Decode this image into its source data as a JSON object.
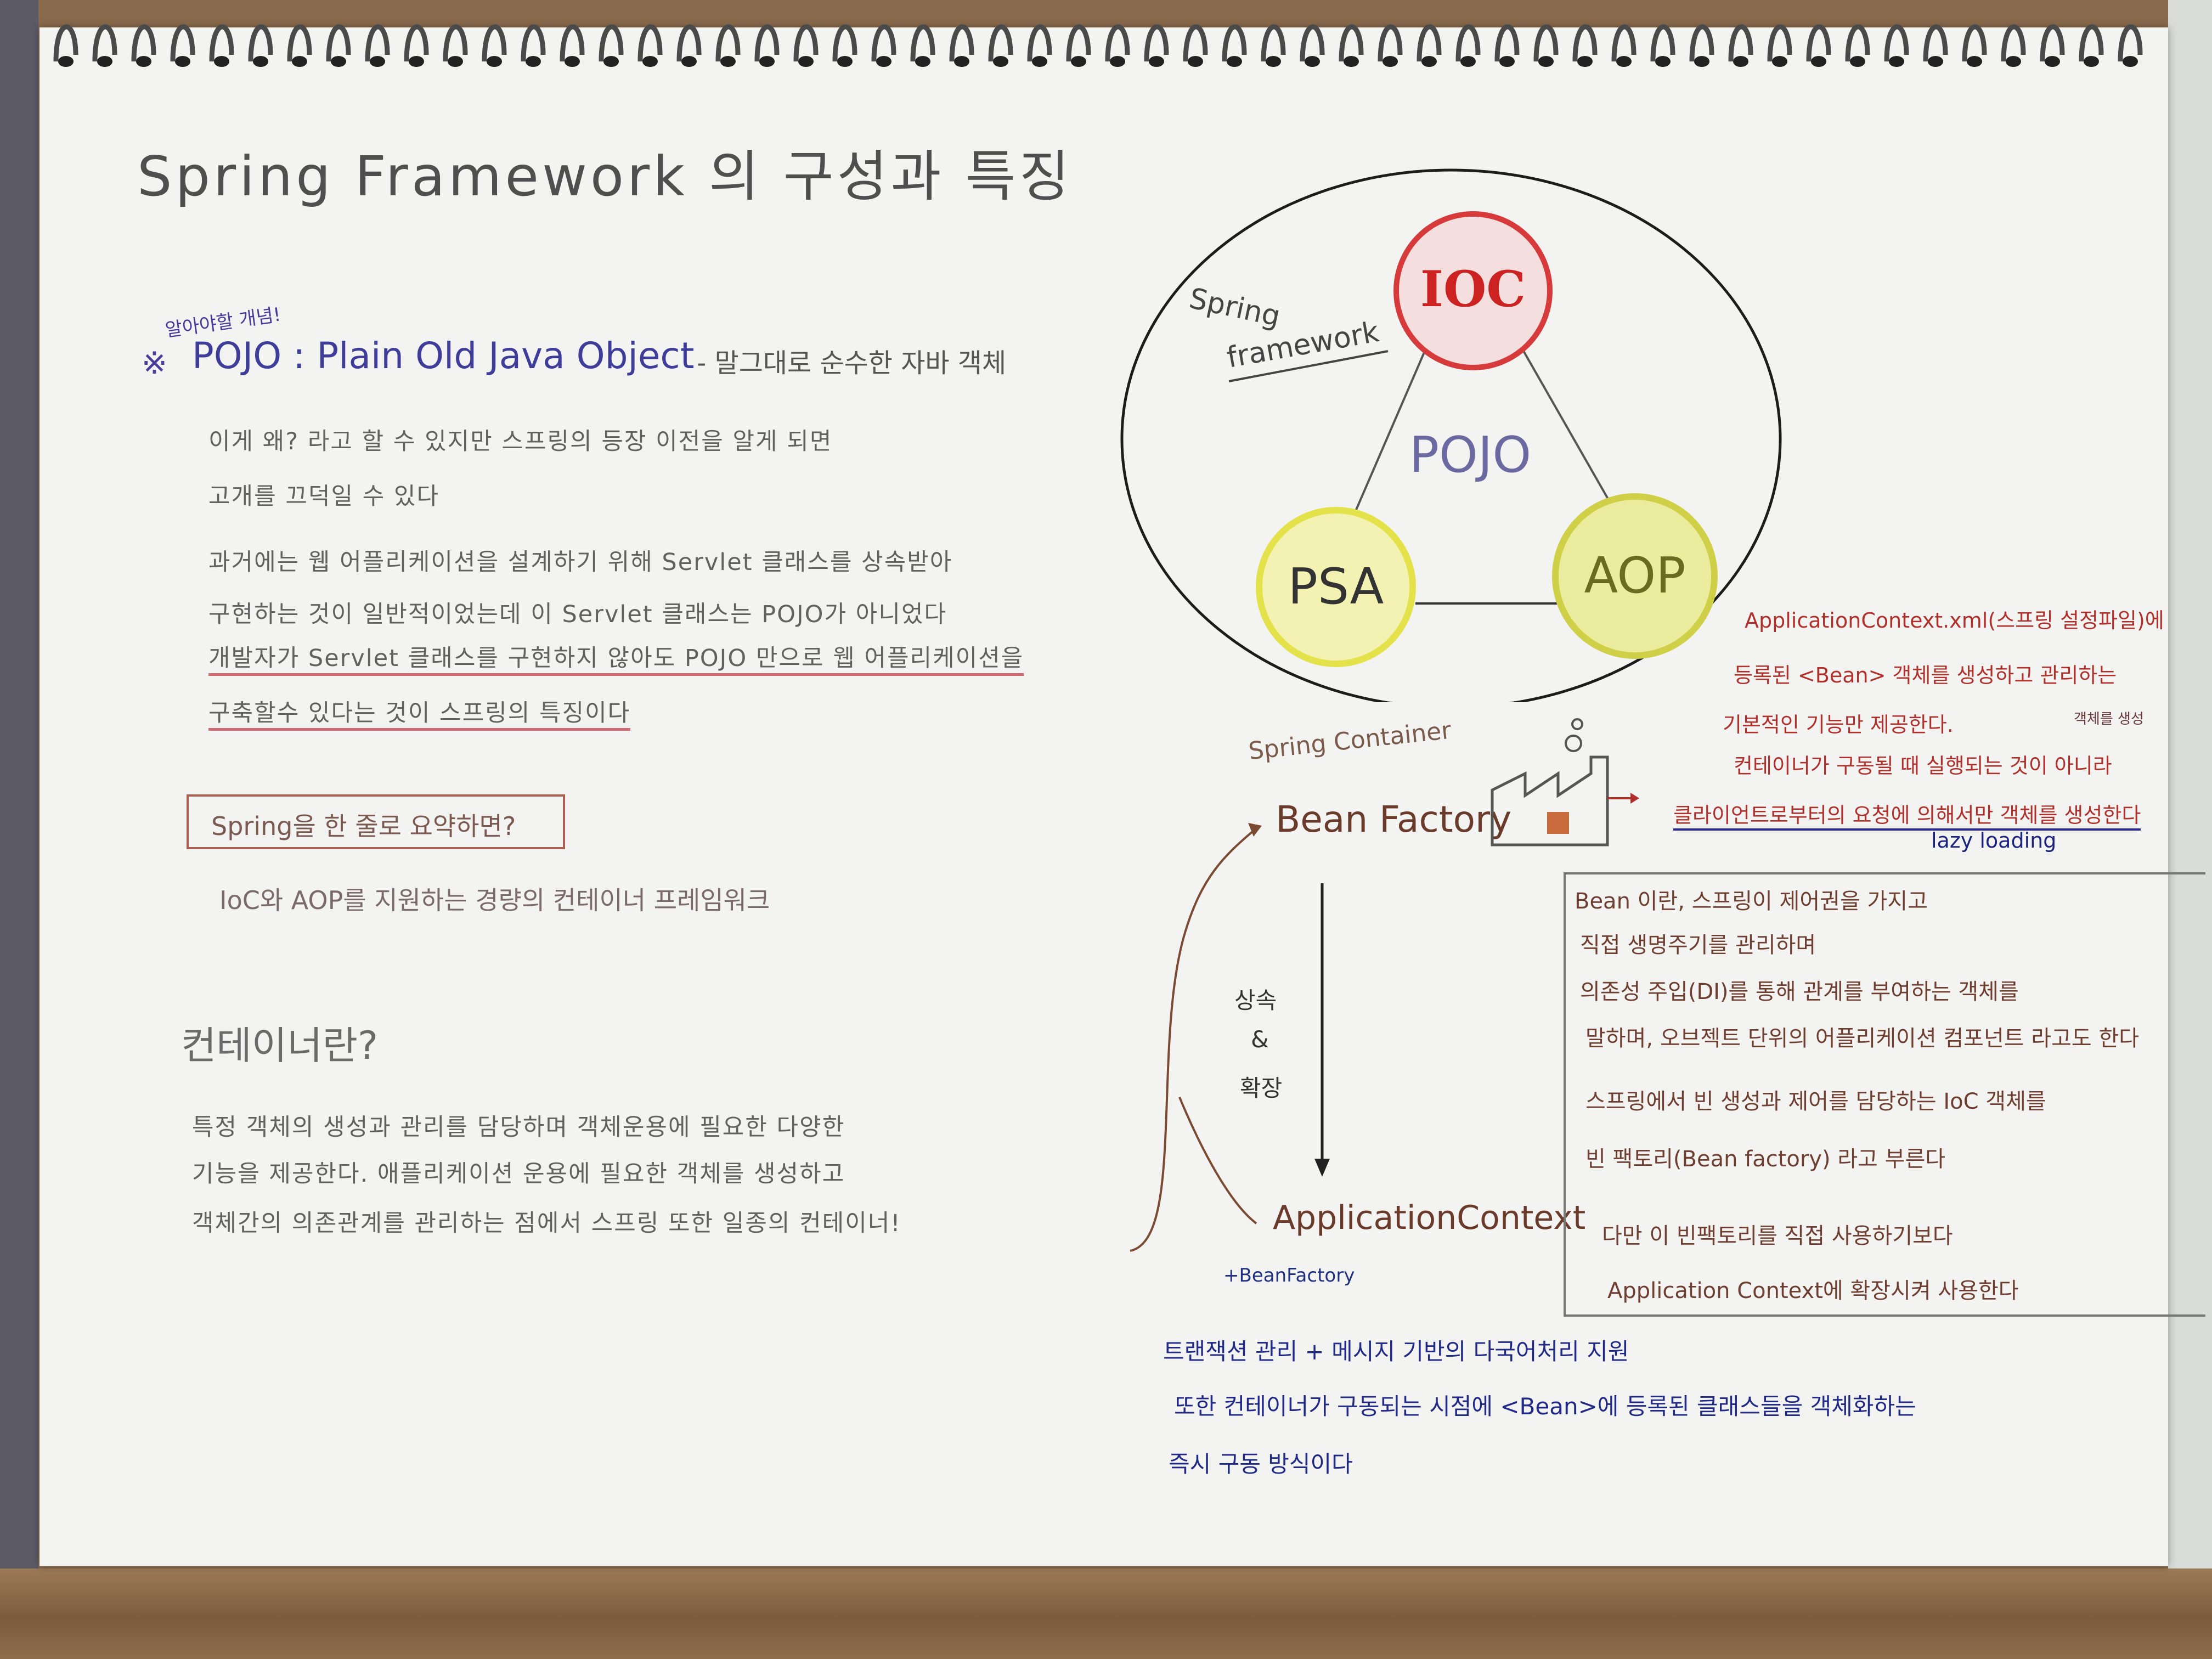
{
  "title": "Spring Framework 의 구성과 특징",
  "pojo": {
    "tag": "알아야할 개념!",
    "marker": "※",
    "heading": "POJO : Plain Old Java Object",
    "definition": "- 말그대로 순수한 자바 객체",
    "lines": [
      "이게 왜? 라고 할 수 있지만 스프링의 등장 이전을 알게 되면",
      "고개를 끄덕일 수 있다",
      "과거에는 웹 어플리케이션을 설계하기 위해 Servlet 클래스를 상속받아",
      "구현하는 것이 일반적이었는데 이 Servlet 클래스는 POJO가 아니었다",
      "개발자가 Servlet 클래스를 구현하지 않아도 POJO 만으로 웹 어플리케이션을",
      "구축할수 있다는 것이 스프링의 특징이다"
    ]
  },
  "summary": {
    "box": "Spring을 한 줄로 요약하면?",
    "answer": "IoC와 AOP를 지원하는 경량의 컨테이너 프레임워크"
  },
  "container": {
    "title": "컨테이너란?",
    "lines": [
      "특정 객체의 생성과 관리를 담당하며 객체운용에 필요한 다양한",
      "기능을 제공한다. 애플리케이션 운용에 필요한 객체를 생성하고",
      "객체간의 의존관계를 관리하는 점에서 스프링 또한 일종의 컨테이너!"
    ]
  },
  "diagram": {
    "label_line1": "Spring",
    "label_line2": "framework",
    "ioc": "IOC",
    "psa": "PSA",
    "aop": "AOP",
    "center": "POJO",
    "colors": {
      "ioc": "#d63a3a",
      "psa": "#e4e24a",
      "aop": "#cfd048",
      "ink": "#222222"
    }
  },
  "spring_container": {
    "label": "Spring Container",
    "bean_factory": "Bean Factory",
    "arrow_label": [
      "상속",
      "&",
      "확장"
    ],
    "application_context": "ApplicationContext",
    "plus_bean_factory": "+BeanFactory"
  },
  "bean_factory_notes": {
    "lines": [
      "ApplicationContext.xml(스프링 설정파일)에",
      "등록된 <Bean> 객체를 생성하고 관리하는",
      "기본적인 기능만 제공한다.",
      "컨테이너가 구동될 때 실행되는 것이 아니라",
      "클라이언트로부터의 요청에 의해서만 객체를 생성한다"
    ],
    "side_note": "객체를 생성",
    "lazy": "lazy loading"
  },
  "bean_box": {
    "lines": [
      "Bean 이란, 스프링이 제어권을 가지고",
      "직접 생명주기를 관리하며",
      "의존성 주입(DI)를 통해 관계를 부여하는 객체를",
      "말하며, 오브젝트 단위의 어플리케이션 컴포넌트 라고도 한다",
      "스프링에서 빈 생성과 제어를 담당하는 IoC 객체를",
      "빈 팩토리(Bean factory) 라고 부른다",
      "다만 이 빈팩토리를 직접 사용하기보다",
      "Application Context에 확장시켜 사용한다"
    ]
  },
  "appctx_notes": {
    "lines": [
      "트랜잭션 관리 + 메시지 기반의 다국어처리 지원",
      "또한 컨테이너가 구동되는 시점에 <Bean>에 등록된 클래스들을 객체화하는",
      "즉시 구동 방식이다"
    ]
  }
}
